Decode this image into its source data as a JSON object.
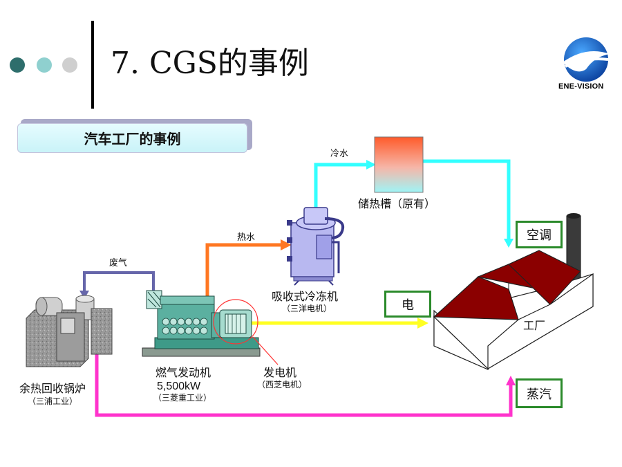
{
  "header": {
    "title": "7. CGS的事例",
    "logo_text": "ENE-VISION",
    "dots": [
      "#2e6e6c",
      "#8fd0cf",
      "#cfcfcf"
    ]
  },
  "banner": {
    "text": "汽车工厂的事例"
  },
  "diagram": {
    "nodes": {
      "tank": "储热槽（原有）",
      "chiller": "吸收式冷冻机",
      "chiller_maker": "（三洋电机）",
      "boiler": "余热回收锅炉",
      "boiler_maker": "（三浦工业）",
      "engine": "燃气发动机",
      "engine_power": "5,500kW",
      "engine_maker": "（三菱重工业）",
      "generator": "发电机",
      "generator_maker": "（西芝电机）",
      "factory": "工厂"
    },
    "flows": {
      "cold_water": "冷水",
      "hot_water": "热水",
      "exhaust": "废气"
    },
    "outputs": {
      "ac": "空调",
      "power": "电",
      "steam": "蒸汽"
    },
    "colors": {
      "cold_water": "#33ffff",
      "hot_water": "#ff7722",
      "exhaust": "#6666aa",
      "power": "#ffff22",
      "steam": "#ff33cc",
      "output_border": "#2a8a2a",
      "factory_roof": "#8b0000"
    }
  }
}
